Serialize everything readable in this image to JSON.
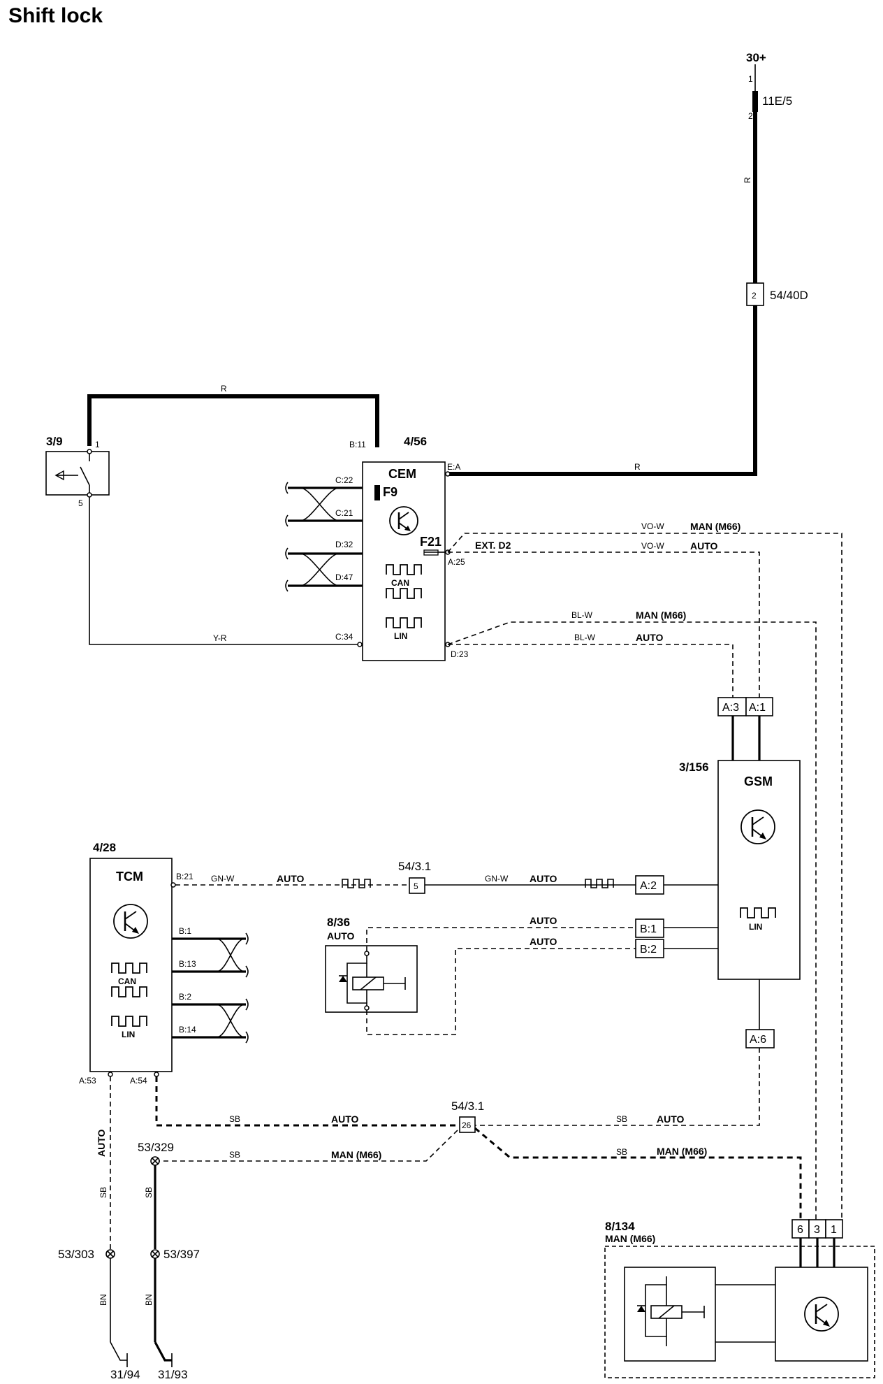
{
  "title": "Shift lock",
  "supply": {
    "label": "30+",
    "pin_top": "1",
    "pin_bottom": "2",
    "fuse": "11E/5",
    "wire_color": "R"
  },
  "connector_54_40D": {
    "pin": "2",
    "label": "54/40D"
  },
  "switch_3_9": {
    "id": "3/9",
    "pin_top": "1",
    "pin_bottom": "5"
  },
  "cem": {
    "id": "4/56",
    "name": "CEM",
    "fuse1": "F9",
    "fuse2": "F21",
    "ext_label": "EXT. D2",
    "can_label": "CAN",
    "lin_label": "LIN",
    "pins": {
      "b11": "B:11",
      "ea": "E:A",
      "c22": "C:22",
      "c21": "C:21",
      "d32": "D:32",
      "d47": "D:47",
      "a25": "A:25",
      "c34": "C:34",
      "d23": "D:23"
    }
  },
  "wires": {
    "r_top": "R",
    "r_cem": "R",
    "y_r": "Y-R",
    "vo_w_1": "VO-W",
    "vo_w_2": "VO-W",
    "bl_w_1": "BL-W",
    "bl_w_2": "BL-W",
    "gn_w_1": "GN-W",
    "gn_w_2": "GN-W",
    "sb_1": "SB",
    "sb_2": "SB",
    "sb_3": "SB",
    "sb_4": "SB",
    "sb_v1": "SB",
    "sb_v2": "SB",
    "bn_1": "BN",
    "bn_2": "BN"
  },
  "tags": {
    "man_m66_1": "MAN (M66)",
    "auto_1": "AUTO",
    "man_m66_2": "MAN (M66)",
    "auto_2": "AUTO",
    "auto_gn_1": "AUTO",
    "auto_gn_2": "AUTO",
    "auto_b1": "AUTO",
    "auto_b2": "AUTO",
    "auto_sb_1": "AUTO",
    "auto_sb_2": "AUTO",
    "man_sb_1": "MAN (M66)",
    "man_sb_2": "MAN (M66)",
    "auto_vertical": "AUTO"
  },
  "gsm": {
    "id": "3/156",
    "name": "GSM",
    "lin_label": "LIN",
    "pins": {
      "a3": "A:3",
      "a1": "A:1",
      "a2": "A:2",
      "b1": "B:1",
      "b2": "B:2",
      "a6": "A:6"
    }
  },
  "tcm": {
    "id": "4/28",
    "name": "TCM",
    "can_label": "CAN",
    "lin_label": "LIN",
    "pins": {
      "b21": "B:21",
      "b1": "B:1",
      "b13": "B:13",
      "b2": "B:2",
      "b14": "B:14",
      "a53": "A:53",
      "a54": "A:54"
    }
  },
  "connector_54_3_1": {
    "label_1": "54/3.1",
    "pin_1": "5",
    "label_2": "54/3.1",
    "pin_2": "26"
  },
  "relay_8_36": {
    "id": "8/36",
    "sub": "AUTO"
  },
  "module_8_134": {
    "id": "8/134",
    "sub": "MAN (M66)",
    "pins": [
      "6",
      "3",
      "1"
    ]
  },
  "grounds": {
    "g53_329": "53/329",
    "g53_303": "53/303",
    "g53_397": "53/397",
    "g31_94": "31/94",
    "g31_93": "31/93"
  }
}
